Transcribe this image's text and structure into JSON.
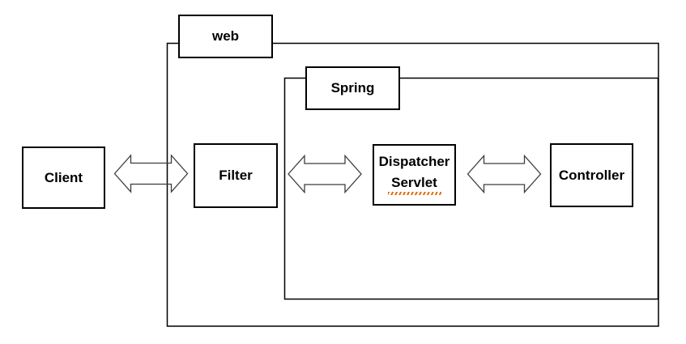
{
  "diagram": {
    "type": "architecture-block-diagram",
    "containers": [
      {
        "id": "web",
        "label": "web"
      },
      {
        "id": "spring",
        "label": "Spring"
      }
    ],
    "nodes": [
      {
        "id": "client",
        "label": "Client"
      },
      {
        "id": "filter",
        "label": "Filter"
      },
      {
        "id": "dispatcher-servlet",
        "label": "Dispatcher Servlet",
        "lines": [
          "Dispatcher",
          "Servlet"
        ],
        "spellcheck_squiggle": true
      },
      {
        "id": "controller",
        "label": "Controller"
      }
    ],
    "connectors": [
      {
        "from": "Client",
        "to": "Filter",
        "type": "double-headed-arrow"
      },
      {
        "from": "Filter",
        "to": "Dispatcher Servlet",
        "type": "double-headed-arrow"
      },
      {
        "from": "Dispatcher Servlet",
        "to": "Controller",
        "type": "double-headed-arrow"
      }
    ],
    "colors": {
      "background": "#ffffff",
      "box_stroke": "#000000",
      "container_stroke": "#000000",
      "arrow_stroke": "#3d3d3d",
      "text": "#000000",
      "squiggle": "#e36c09"
    }
  }
}
